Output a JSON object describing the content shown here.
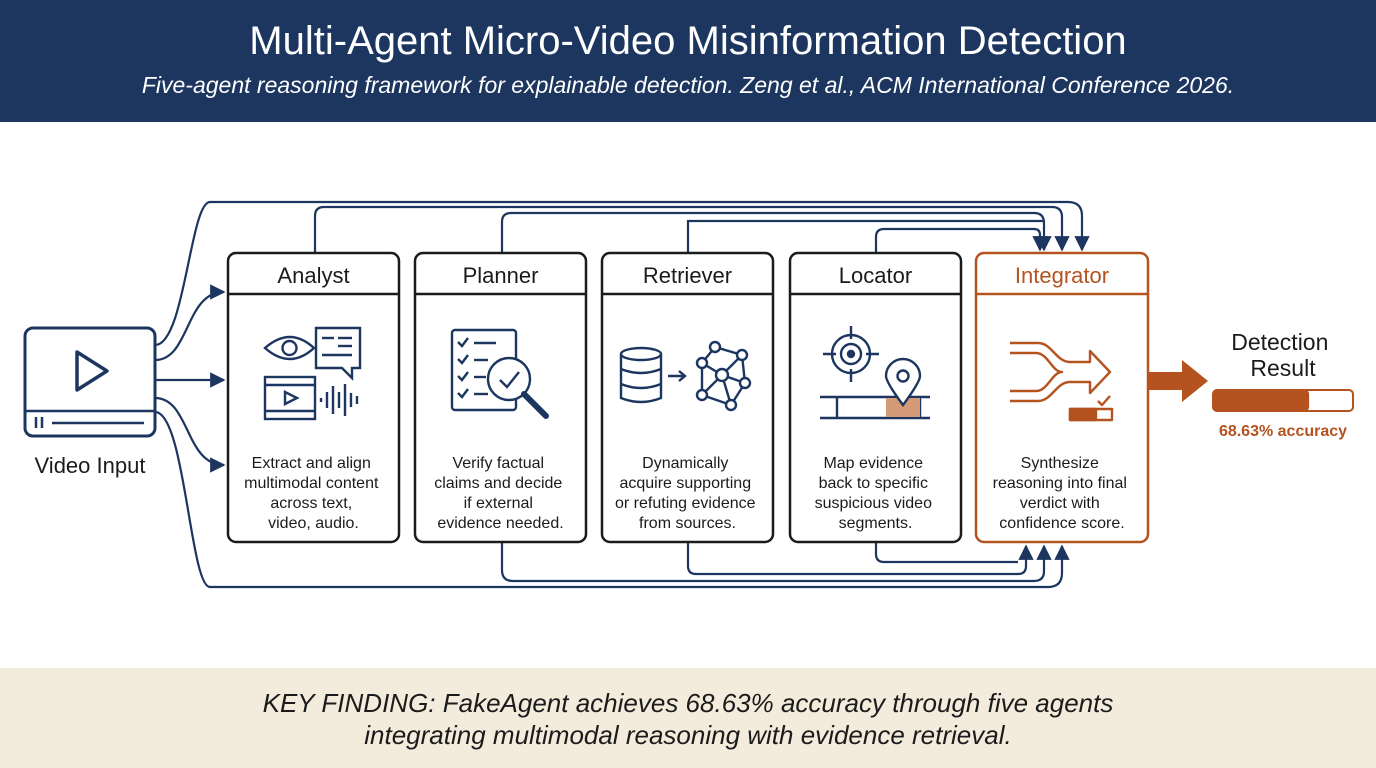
{
  "header": {
    "title": "Multi-Agent Micro-Video Misinformation Detection",
    "subtitle": "Five-agent reasoning framework for explainable detection. Zeng et al., ACM International Conference 2026."
  },
  "input": {
    "label": "Video Input",
    "icon": "video-player-icon"
  },
  "agents": [
    {
      "title": "Analyst",
      "desc": [
        "Extract and align",
        "multimodal content",
        "across text,",
        "video, audio."
      ],
      "icon": "multimodal-icon"
    },
    {
      "title": "Planner",
      "desc": [
        "Verify factual",
        "claims and decide",
        "if external",
        "evidence needed."
      ],
      "icon": "checklist-magnifier-icon"
    },
    {
      "title": "Retriever",
      "desc": [
        "Dynamically",
        "acquire supporting",
        "or refuting evidence",
        "from sources."
      ],
      "icon": "database-network-icon"
    },
    {
      "title": "Locator",
      "desc": [
        "Map evidence",
        "back to specific",
        "suspicious video",
        "segments."
      ],
      "icon": "target-pin-icon"
    },
    {
      "title": "Integrator",
      "desc": [
        "Synthesize",
        "reasoning into final",
        "verdict with",
        "confidence score."
      ],
      "icon": "merge-arrows-icon"
    }
  ],
  "result": {
    "label_line1": "Detection",
    "label_line2": "Result",
    "accuracy_text": "68.63% accuracy",
    "accuracy_value": 68.63
  },
  "footer": {
    "line1": "KEY FINDING: FakeAgent achieves 68.63% accuracy through five agents",
    "line2": "integrating multimodal reasoning with evidence retrieval."
  },
  "colors": {
    "navy": "#1c3660",
    "accent": "#b4531f",
    "footer_bg": "#f3ecdd",
    "pin_fill": "#d39a78"
  }
}
